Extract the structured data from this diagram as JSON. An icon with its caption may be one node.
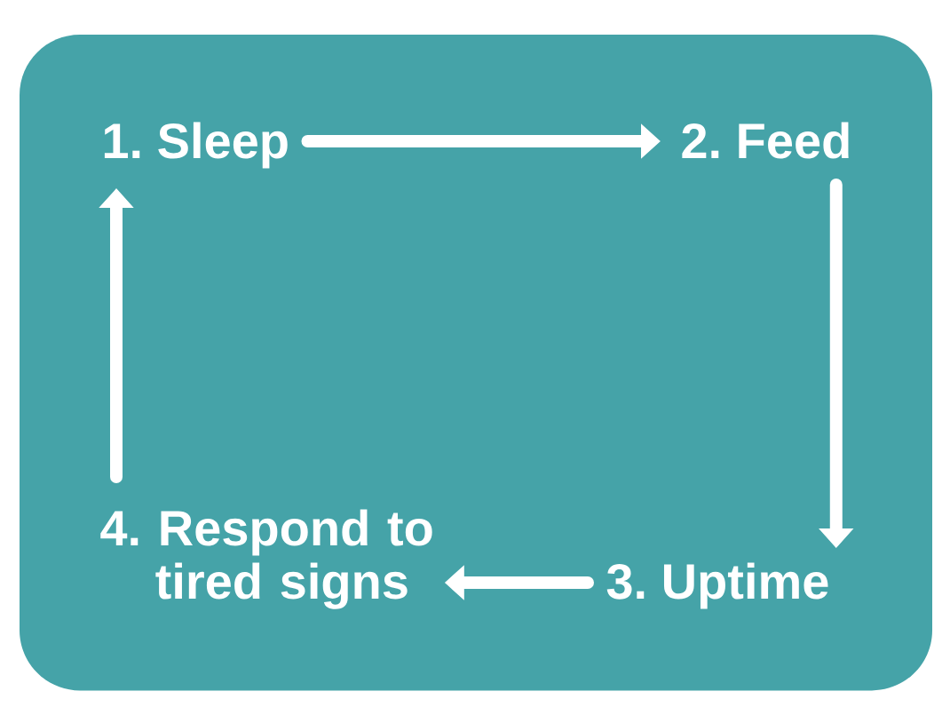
{
  "diagram": {
    "nodes": [
      {
        "text": [
          "1. Sleep"
        ]
      },
      {
        "text": [
          "2. Feed"
        ]
      },
      {
        "text": [
          "3. Uptime"
        ]
      },
      {
        "text": [
          "4. Respond to tired signs"
        ]
      }
    ],
    "edges": [
      {
        "from": 0,
        "to": 1,
        "arrow": "to"
      },
      {
        "from": 1,
        "to": 2,
        "arrow": "to"
      },
      {
        "from": 2,
        "to": 3,
        "arrow": "to"
      },
      {
        "from": 3,
        "to": 0,
        "arrow": "to"
      }
    ]
  }
}
